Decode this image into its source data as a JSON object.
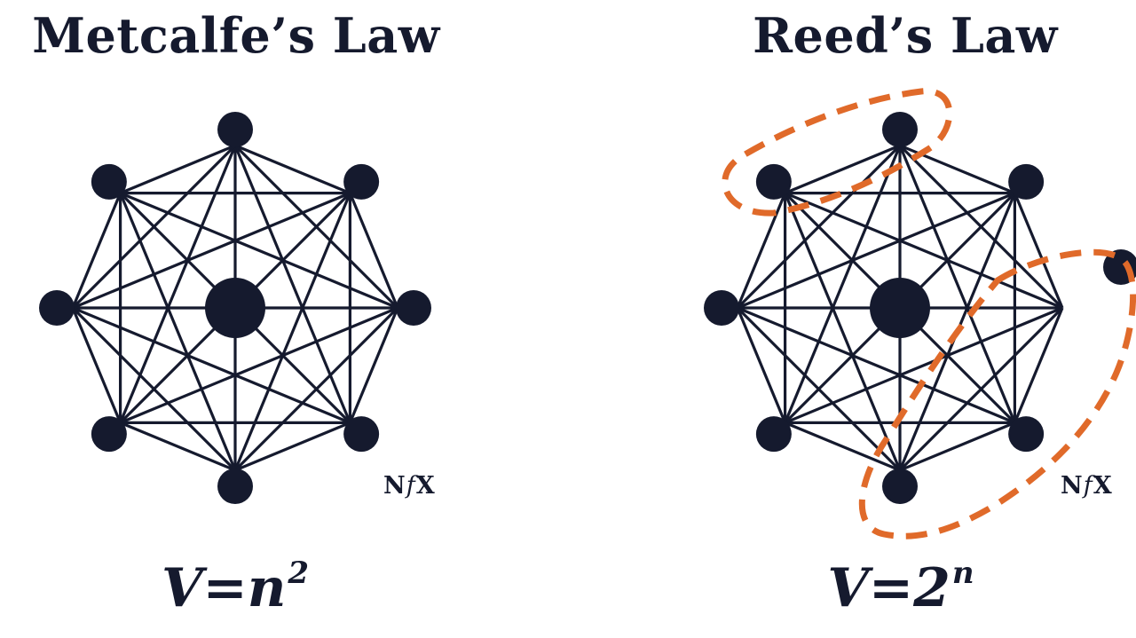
{
  "left_panel": {
    "title": "Metcalfe’s Law",
    "formula_base": "V=n",
    "formula_exponent": "2",
    "logo": {
      "n": "N",
      "f": "f",
      "x": "X"
    }
  },
  "right_panel": {
    "title": "Reed’s Law",
    "formula_base": "V=2",
    "formula_exponent": "n",
    "logo": {
      "n": "N",
      "f": "f",
      "x": "X"
    }
  },
  "colors": {
    "ink": "#151a2e",
    "group_outline_orange": "#e06a2a",
    "group_outline_red": "#e8432d",
    "background": "#ffffff"
  },
  "network": {
    "outer_node_count": 8,
    "has_center_hub": true,
    "right_panel_groups": 2
  }
}
